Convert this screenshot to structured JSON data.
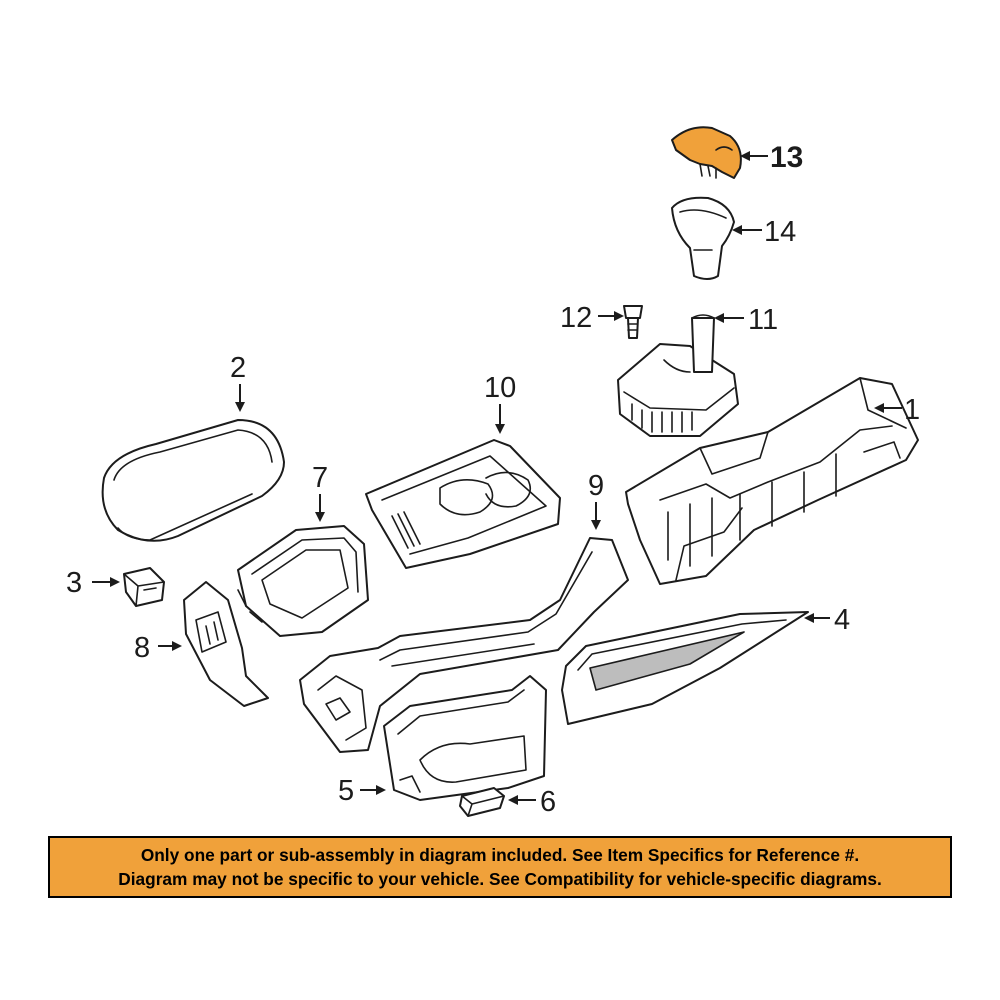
{
  "callouts": {
    "c1": "1",
    "c2": "2",
    "c3": "3",
    "c4": "4",
    "c5": "5",
    "c6": "6",
    "c7": "7",
    "c8": "8",
    "c9": "9",
    "c10": "10",
    "c11": "11",
    "c12": "12",
    "c13": "13",
    "c14": "14"
  },
  "highlighted_part": "13",
  "colors": {
    "highlight": "#f0a13a",
    "banner": "#f0a13a",
    "line": "#1c1c1c"
  },
  "banner": {
    "line1": "Only one part or sub-assembly in diagram included. See Item Specifics for Reference #.",
    "line2": "Diagram may not be specific to your vehicle. See Compatibility for vehicle-specific diagrams."
  }
}
